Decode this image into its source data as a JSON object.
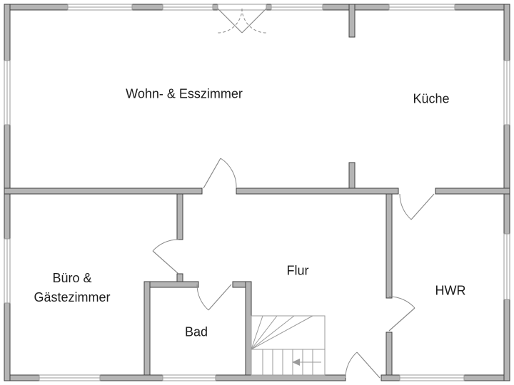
{
  "colors": {
    "background": "#ffffff",
    "wall-fill": "#b4b4b4",
    "wall-stroke": "#3f3f3f",
    "window-stroke": "#9a9a9a",
    "door-stroke": "#8a8a8a",
    "stair-stroke": "#9a9a9a",
    "label-color": "#1c1c1c"
  },
  "rooms": [
    {
      "id": "wohn-esszimmer",
      "label": "Wohn- & Esszimmer"
    },
    {
      "id": "kueche",
      "label": "Küche"
    },
    {
      "id": "buero-gaestezimmer",
      "label": "Büro & Gästezimmer"
    },
    {
      "id": "flur",
      "label": "Flur"
    },
    {
      "id": "bad",
      "label": "Bad"
    },
    {
      "id": "hwr",
      "label": "HWR"
    }
  ],
  "stairs": {
    "direction_arrow": "left"
  }
}
